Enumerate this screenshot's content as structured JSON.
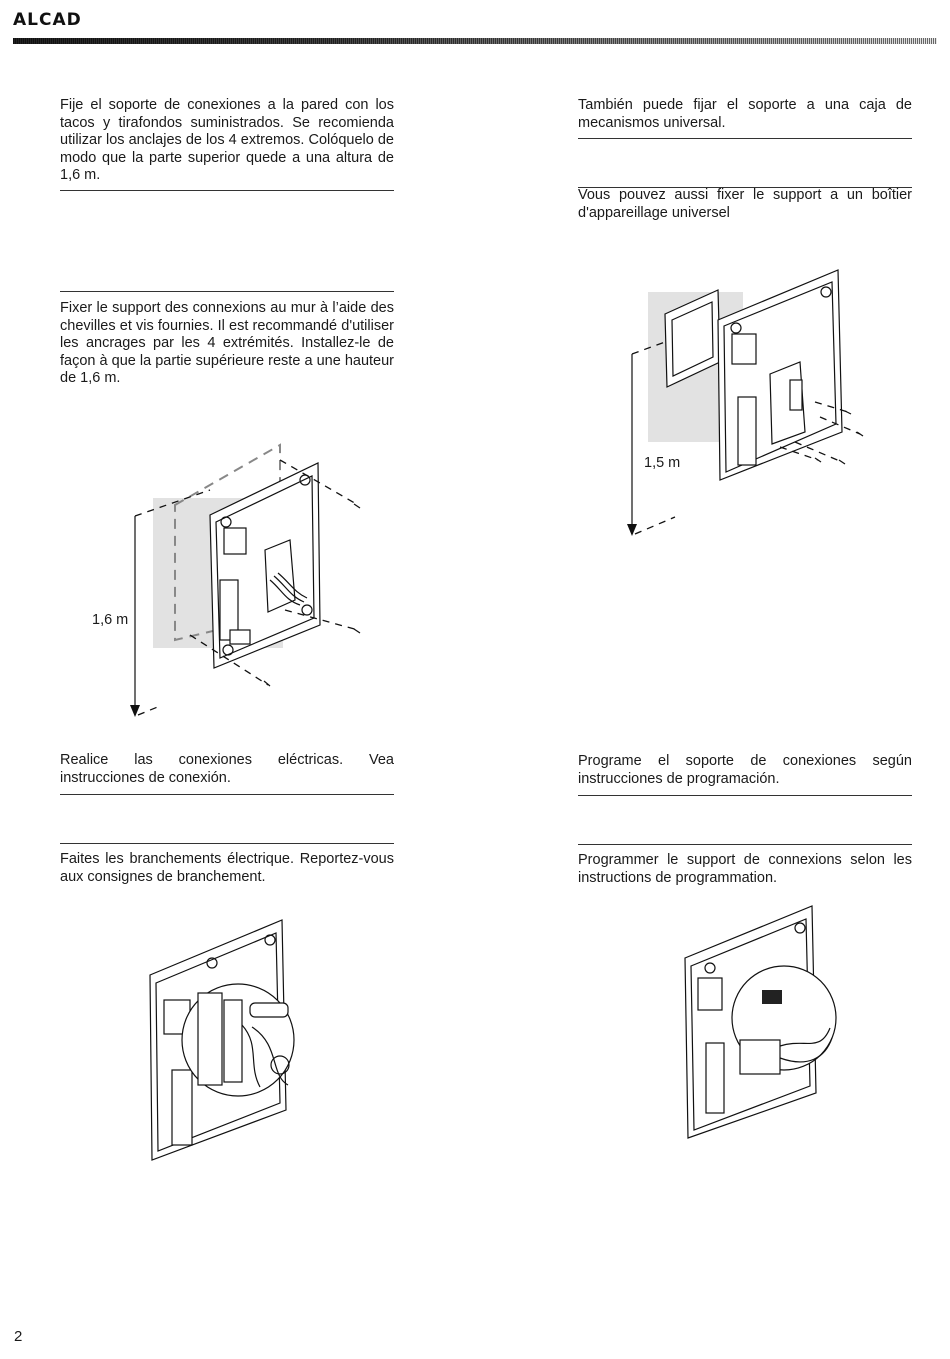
{
  "header": {
    "brand": "ALCAD"
  },
  "left_column": {
    "para_es_fix": "Fije el soporte de conexiones a la pared con los tacos y tirafondos suministrados. Se recomienda utilizar los anclajes de los 4 extremos. Colóquelo de modo que la parte superior quede a una altura de 1,6 m.",
    "para_fr_fix": "Fixer le support des connexions au mur à l’aide des chevilles et vis fournies. Il est recommandé d'utiliser les ancrages par les 4 extrémités. Installez-le de façon à que la partie supérieure reste a une hauteur de 1,6 m.",
    "figure_height_label": "1,6 m",
    "para_es_connect": "Realice las conexiones eléctricas. Vea instrucciones de conexión.",
    "para_fr_connect": "Faites les branchements électrique. Reportez-vous aux consignes de branchement."
  },
  "right_column": {
    "para_es_box": "También puede fijar el soporte a una caja de mecanismos universal.",
    "para_fr_box": "Vous pouvez aussi fixer le support a un boîtier d'appareillage universel",
    "figure_height_label": "1,5 m",
    "para_es_program": "Programe el soporte de conexiones según instrucciones de programación.",
    "para_fr_program": "Programmer le support de connexions selon les instructions de programmation."
  },
  "footer": {
    "page_number": "2"
  }
}
